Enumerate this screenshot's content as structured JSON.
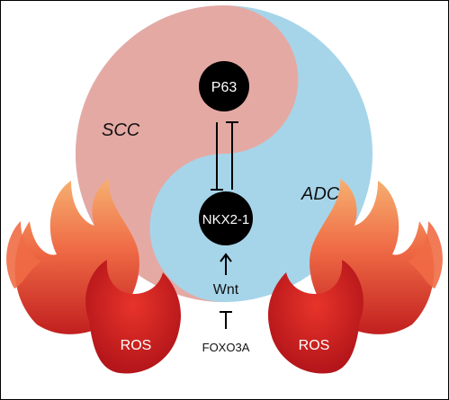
{
  "labels": {
    "scc": "SCC",
    "adc": "ADC",
    "p63": "P63",
    "nkx": "NKX2-1",
    "wnt": "Wnt",
    "foxo": "FOXO3A",
    "ros_left": "ROS",
    "ros_right": "ROS"
  },
  "colors": {
    "scc_region": "#e5a9a4",
    "adc_region": "#a6d5ea",
    "node_fill": "#000000",
    "node_text": "#ffffff",
    "flame_outer": "#f29a63",
    "flame_mid": "#ef6b45",
    "flame_core": "#e8342a",
    "flame_base": "#c21f1f",
    "line": "#000000"
  },
  "icons": [
    "flame-icon",
    "inhibit-bar",
    "activation-arrow"
  ]
}
